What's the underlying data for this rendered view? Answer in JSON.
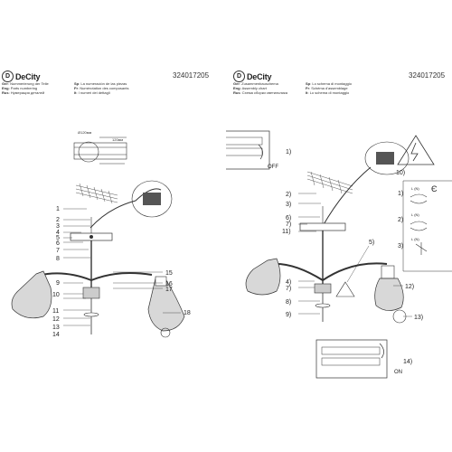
{
  "brand": "DeCity",
  "brand_mark": "D",
  "product_code": "324017205",
  "left_page": {
    "legend_left": [
      {
        "lang": "Ger",
        "text": "Nummerierung der Teile"
      },
      {
        "lang": "Eng",
        "text": "Parts numbering"
      },
      {
        "lang": "Rus",
        "text": "Нумерация деталей"
      }
    ],
    "legend_right": [
      {
        "lang": "Sp",
        "text": "La numeración de las piezas"
      },
      {
        "lang": "Fr",
        "text": "Numérotation des composants"
      },
      {
        "lang": "It",
        "text": "I numeri dei dettagli"
      }
    ],
    "part_numbers_left": [
      "1",
      "2",
      "3",
      "4",
      "5",
      "6",
      "7",
      "8",
      "9",
      "10",
      "11",
      "12",
      "13",
      "14"
    ],
    "part_numbers_right": [
      "15",
      "16",
      "17",
      "18"
    ],
    "dim_labels": [
      "Ø120мм",
      "120мм"
    ]
  },
  "right_page": {
    "legend_left": [
      {
        "lang": "Ger",
        "text": "Zusammenbauschema"
      },
      {
        "lang": "Eng",
        "text": "Assembly chart"
      },
      {
        "lang": "Rus",
        "text": "Схема сборки светильника"
      }
    ],
    "legend_right": [
      {
        "lang": "Sp",
        "text": "Lo schema di montaggio"
      },
      {
        "lang": "Fr",
        "text": "Schéma d'assemblage"
      },
      {
        "lang": "It",
        "text": "Lo schema di montaggio"
      }
    ],
    "steps_left": [
      "2)",
      "3)",
      "6)",
      "7)",
      "11)",
      "4)",
      "7)",
      "8)",
      "9)"
    ],
    "steps_right": [
      "1)",
      "10)",
      "5)",
      "12)",
      "13)",
      "14)"
    ],
    "wiring_labels": [
      "L (N)",
      "L (N)",
      "L (N)"
    ],
    "switch_off": "OFF",
    "switch_on": "ON",
    "wiring_steps": [
      "1)",
      "2)",
      "3)"
    ]
  }
}
